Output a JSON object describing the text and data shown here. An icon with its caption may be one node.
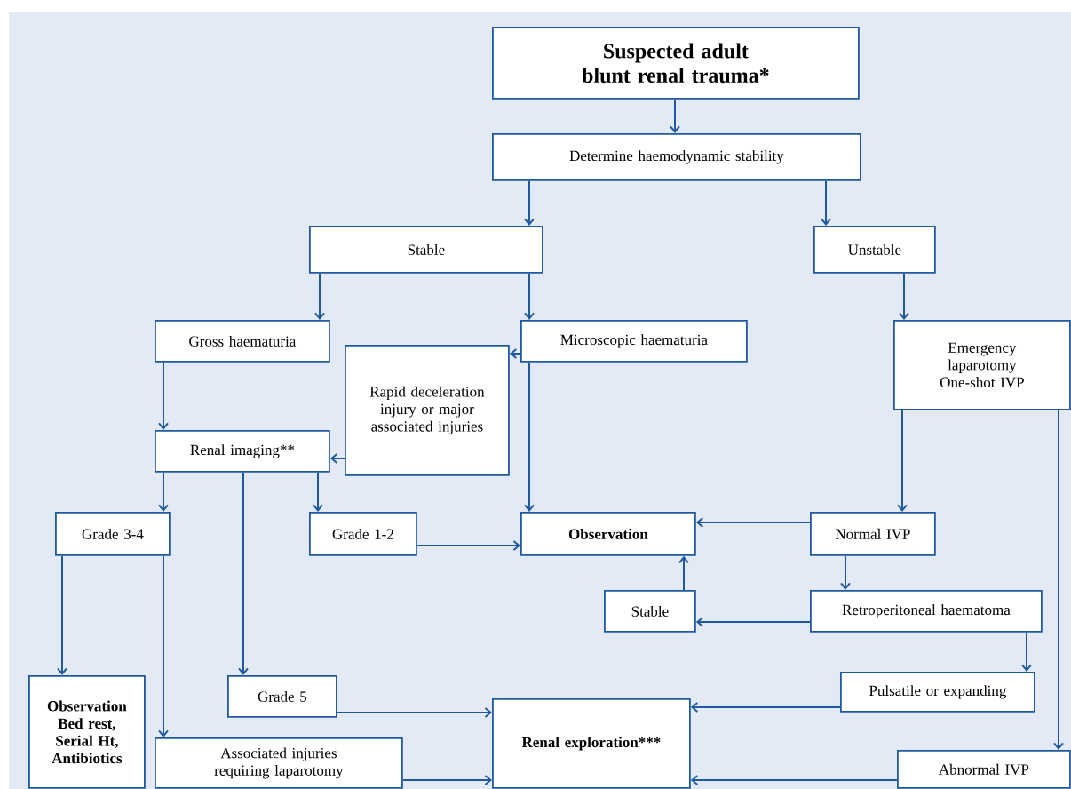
{
  "diagram": {
    "nodes": [
      {
        "text": [
          "Suspected adult blunt renal trauma*"
        ]
      },
      {
        "text": [
          "Determine haemodynamic stability"
        ]
      },
      {
        "text": [
          "Stable"
        ]
      },
      {
        "text": [
          "Unstable"
        ]
      },
      {
        "text": [
          "Gross haematuria"
        ]
      },
      {
        "text": [
          "Microscopic haematuria"
        ]
      },
      {
        "text": [
          "Rapid deceleration injury or major associated injuries"
        ]
      },
      {
        "text": [
          "Emergency laparotomy One-shot IVP"
        ]
      },
      {
        "text": [
          "Renal imaging**"
        ]
      },
      {
        "text": [
          "Grade 3-4"
        ]
      },
      {
        "text": [
          "Grade 1-2"
        ]
      },
      {
        "text": [
          "Observation"
        ]
      },
      {
        "text": [
          "Normal IVP"
        ]
      },
      {
        "text": [
          "Stable"
        ]
      },
      {
        "text": [
          "Retroperitoneal haematoma"
        ]
      },
      {
        "text": [
          "Grade 5"
        ]
      },
      {
        "text": [
          "Observation Bed rest, Serial Ht, Antibiotics"
        ]
      },
      {
        "text": [
          "Pulsatile or expanding"
        ]
      },
      {
        "text": [
          "Renal exploration***"
        ]
      },
      {
        "text": [
          "Associated injuries requiring laparotomy"
        ]
      },
      {
        "text": [
          "Abnormal IVP"
        ]
      }
    ],
    "edges": [
      {
        "from": 0,
        "to": 1,
        "arrow": "to"
      },
      {
        "from": 1,
        "to": 2,
        "arrow": "to"
      },
      {
        "from": 1,
        "to": 3,
        "arrow": "to"
      },
      {
        "from": 2,
        "to": 4,
        "arrow": "to"
      },
      {
        "from": 2,
        "to": 5,
        "arrow": "to"
      },
      {
        "from": 3,
        "to": 7,
        "arrow": "to"
      },
      {
        "from": 5,
        "to": 6,
        "arrow": "to"
      },
      {
        "from": 4,
        "to": 8,
        "arrow": "to"
      },
      {
        "from": 6,
        "to": 8,
        "arrow": "to"
      },
      {
        "from": 8,
        "to": 9,
        "arrow": "to"
      },
      {
        "from": 8,
        "to": 10,
        "arrow": "to"
      },
      {
        "from": 8,
        "to": 15,
        "arrow": "to"
      },
      {
        "from": 5,
        "to": 11,
        "arrow": "to"
      },
      {
        "from": 10,
        "to": 11,
        "arrow": "to"
      },
      {
        "from": 7,
        "to": 12,
        "arrow": "to"
      },
      {
        "from": 12,
        "to": 11,
        "arrow": "to"
      },
      {
        "from": 12,
        "to": 14,
        "arrow": "to"
      },
      {
        "from": 14,
        "to": 13,
        "arrow": "to"
      },
      {
        "from": 13,
        "to": 11,
        "arrow": "to"
      },
      {
        "from": 14,
        "to": 17,
        "arrow": "to"
      },
      {
        "from": 17,
        "to": 18,
        "arrow": "to"
      },
      {
        "from": 9,
        "to": 16,
        "arrow": "to"
      },
      {
        "from": 9,
        "to": 19,
        "arrow": "to"
      },
      {
        "from": 15,
        "to": 18,
        "arrow": "to"
      },
      {
        "from": 19,
        "to": 18,
        "arrow": "to"
      },
      {
        "from": 7,
        "to": 20,
        "arrow": "to"
      },
      {
        "from": 20,
        "to": 18,
        "arrow": "to"
      }
    ]
  }
}
